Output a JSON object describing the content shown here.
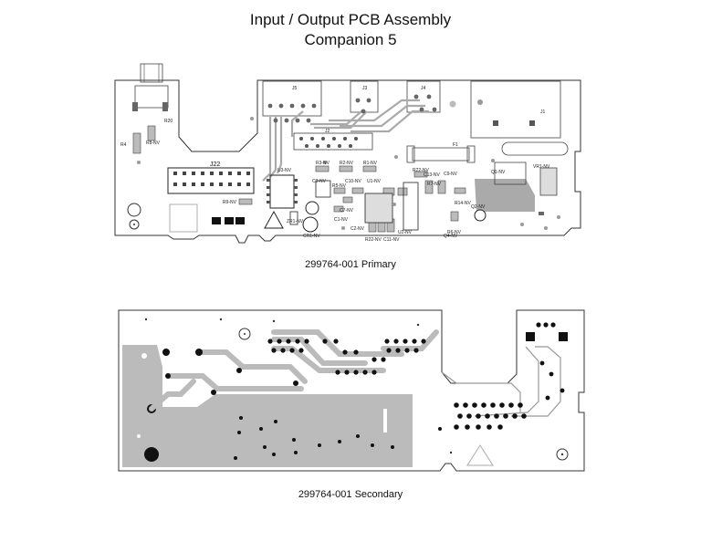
{
  "title": {
    "line1": "Input / Output PCB Assembly",
    "line2": "Companion 5"
  },
  "primary": {
    "caption": "299764-001 Primary",
    "designators": {
      "j5": "J5",
      "j3": "J3",
      "j4": "J4",
      "j1": "J1",
      "j2": "J2",
      "j22": "J22",
      "f1": "F1",
      "r20": "R20",
      "r4": "R4",
      "r8nv": "R8-NV",
      "r9nv": "R9-NV",
      "r3nv": "R3-NV",
      "r2nv": "R2-NV",
      "r1nv": "R1-NV",
      "r22nv": "R22-NV",
      "u3nv": "U3-NV",
      "c3nv": "C3-NV",
      "c10nv": "C10-NV",
      "u1nv": "U1-NV",
      "c1nv": "C1-NV",
      "c2nv": "C2-NV",
      "c13nv": "C13-NV",
      "c9nv": "C9-NV",
      "q1nv": "Q1-NV",
      "vr1nv": "VR1-NV",
      "q2nv": "Q2-NV",
      "u2nv": "U2-NV",
      "r22nv_b": "R22-NV",
      "c11nv": "C11-NV",
      "cr1nv": "CR1-NV",
      "r5nv": "R5-NV",
      "c7nv": "C7-NV",
      "r7nv": "R7-NV",
      "r6nv": "R6-NV",
      "q4nv": "Q4-NV",
      "r14nv": "R14-NV",
      "zr1nv": "ZR1-NV"
    }
  },
  "secondary": {
    "caption": "299764-001 Secondary"
  }
}
